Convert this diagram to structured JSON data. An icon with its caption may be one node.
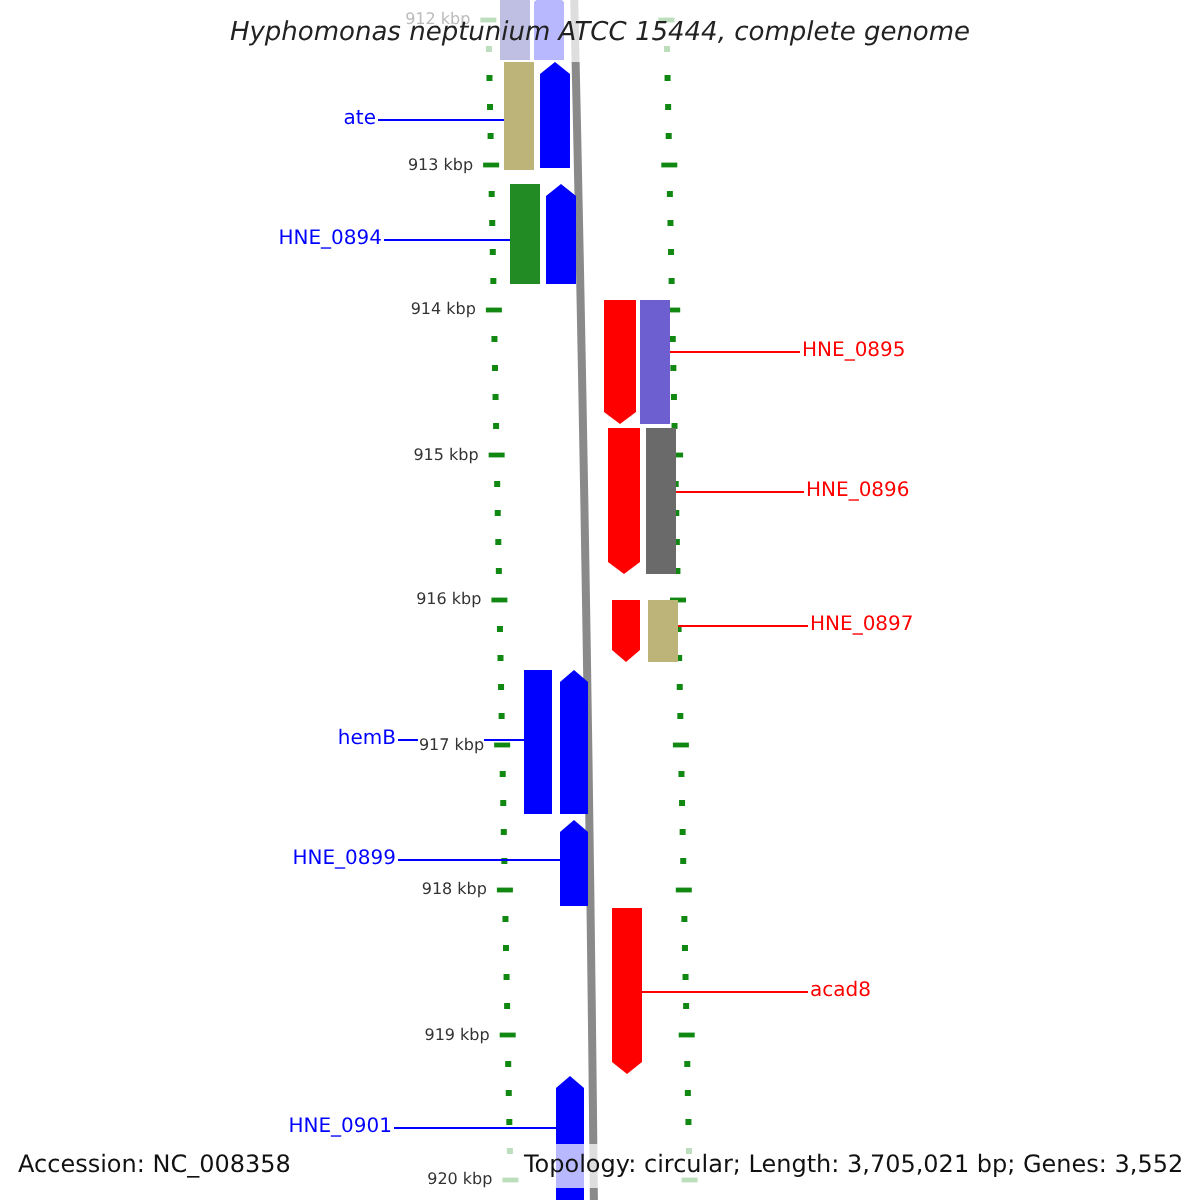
{
  "diagram": {
    "title": "Hyphomonas neptunium ATCC 15444, complete genome",
    "nodes": [
      {
        "text": [
          "ate"
        ]
      },
      {
        "text": [],
        "shape": "box"
      },
      {
        "text": [
          "HNE_0894"
        ]
      },
      {
        "text": [],
        "shape": "box"
      },
      {
        "text": [
          "HNE_0895"
        ]
      },
      {
        "text": [],
        "shape": "box"
      },
      {
        "text": [
          "HNE_0896"
        ]
      },
      {
        "text": [],
        "shape": "box"
      },
      {
        "text": [
          "HNE_0897"
        ]
      },
      {
        "text": [],
        "shape": "box"
      },
      {
        "text": [
          "hemB"
        ]
      },
      {
        "text": [],
        "shape": "box"
      },
      {
        "text": [
          "HNE_0899"
        ]
      },
      {
        "text": [],
        "shape": "arrow"
      },
      {
        "text": [
          "acad8"
        ]
      },
      {
        "text": [],
        "shape": "arrow"
      },
      {
        "text": [
          "HNE_0901"
        ]
      },
      {
        "text": [],
        "shape": "arrow"
      },
      {
        "text": [],
        "shape": "box"
      },
      {
        "text": [],
        "shape": "arrow"
      },
      {
        "text": [],
        "shape": "arrow"
      },
      {
        "text": [],
        "shape": "arrow"
      },
      {
        "text": [],
        "shape": "arrow"
      },
      {
        "text": [],
        "shape": "arrow"
      },
      {
        "text": [],
        "shape": "arrow"
      },
      {
        "text": [],
        "shape": "arrow"
      }
    ],
    "edges": [
      {
        "from": 0,
        "to": 1,
        "arrow": "none"
      },
      {
        "from": 2,
        "to": 3,
        "arrow": "none"
      },
      {
        "from": 4,
        "to": 5,
        "arrow": "none",
        "color": "#ff0000"
      },
      {
        "from": 6,
        "to": 7,
        "arrow": "none",
        "color": "#ff0000"
      },
      {
        "from": 8,
        "to": 9,
        "arrow": "none",
        "color": "#ff0000"
      },
      {
        "from": 10,
        "to": 11,
        "arrow": "none"
      },
      {
        "from": 12,
        "to": 13,
        "arrow": "none"
      },
      {
        "from": 14,
        "to": 15,
        "arrow": "none",
        "color": "#ff0000"
      },
      {
        "from": 16,
        "to": 17,
        "arrow": "none"
      }
    ],
    "labels": [
      "912 kbp",
      "913 kbp",
      "914 kbp",
      "915 kbp",
      "916 kbp",
      "917 kbp",
      "918 kbp",
      "919 kbp",
      "920 kbp",
      "Accession: NC_008358",
      "Topology: circular; Length: 3,705,021 bp; Genes: 3,552"
    ]
  }
}
